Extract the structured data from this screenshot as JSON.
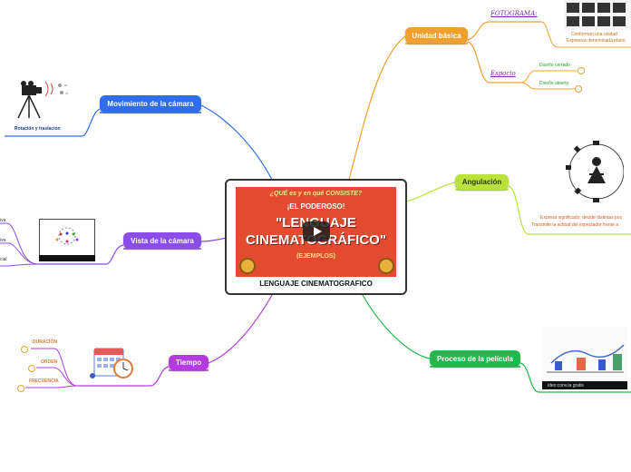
{
  "central": {
    "title": "LENGUAJE CINEMATOGRAFICO",
    "video": {
      "line1": "¿QUÉ es y en qué CONSISTE?",
      "line2": "¡EL PODEROSO!",
      "line3": "\"LENGUAJE",
      "line4": "CINEMATOGRÁFICO\"",
      "line5": "(EJEMPLOS)"
    }
  },
  "topics": {
    "movimiento": "Movimiento de la cámara",
    "vista": "Vista de la cámara",
    "tiempo": "Tiempo",
    "unidad": "Unidad básica",
    "angulacion": "Angulación",
    "proceso": "Proceso de la película"
  },
  "subtopics": {
    "rotacion": "Rotación y traslación",
    "fotograma": "FOTOGRAMA:",
    "fotograma_desc_1": "Conforman una unidad",
    "fotograma_desc_2": "Expresiva denominada plano.",
    "espacio": "Espacio",
    "espacio_cerrado": "Diseño cerrado",
    "espacio_abierto": "Diseño abierto",
    "angulacion_desc_1": "Expresa significado: decide distintas pos",
    "angulacion_desc_2": "Transmite la actitud del espectador frente a",
    "duracion": "DURACIÓN",
    "orden": "ORDEN",
    "frecuencia": "FRECUENCIA",
    "vista_1": "iva",
    "vista_2": "iva",
    "vista_3": "cial",
    "proceso_caption": "ideo:conv.ia gratis"
  },
  "colors": {
    "blue": "#2f6ee8",
    "purple": "#8a4de8",
    "magenta": "#b53be0",
    "orange": "#f0a030",
    "lime": "#b9e33c",
    "green": "#22b84b",
    "video_red": "#e24b2f"
  }
}
